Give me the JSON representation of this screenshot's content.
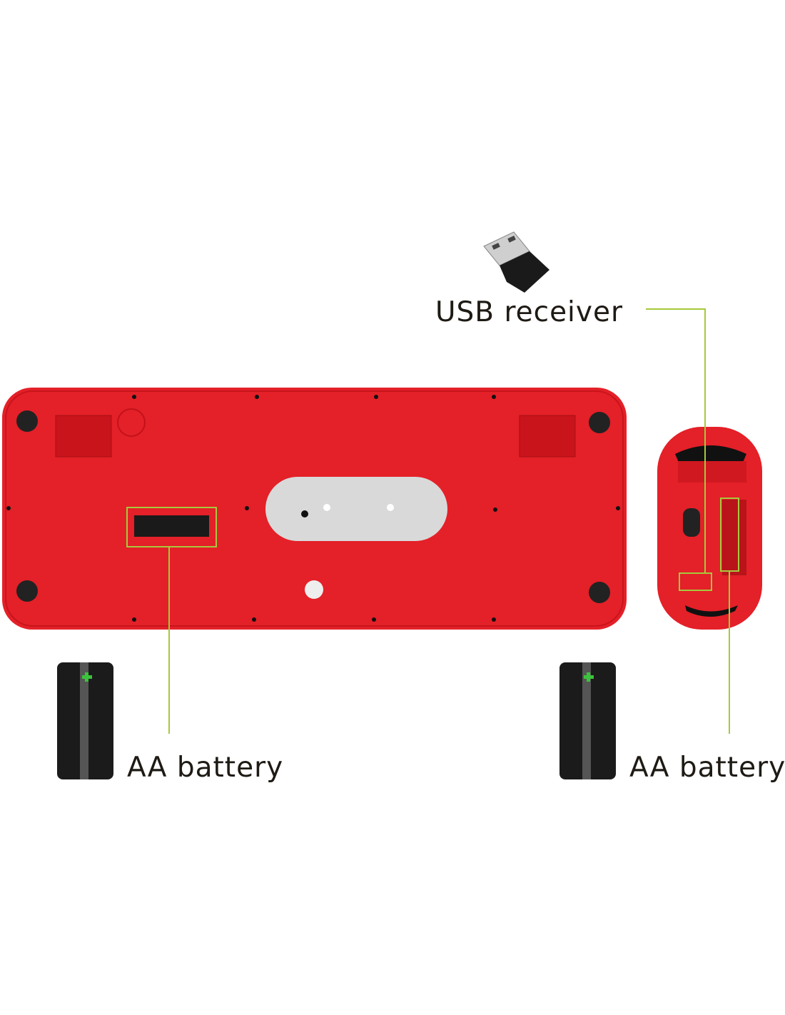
{
  "labels": {
    "usb_receiver": "USB receiver",
    "keyboard_battery": "AA battery",
    "mouse_battery": "AA battery"
  },
  "colors": {
    "product_red": "#e42028",
    "callout_green": "#a6c93c",
    "panel_gray": "#d9d9d9"
  }
}
